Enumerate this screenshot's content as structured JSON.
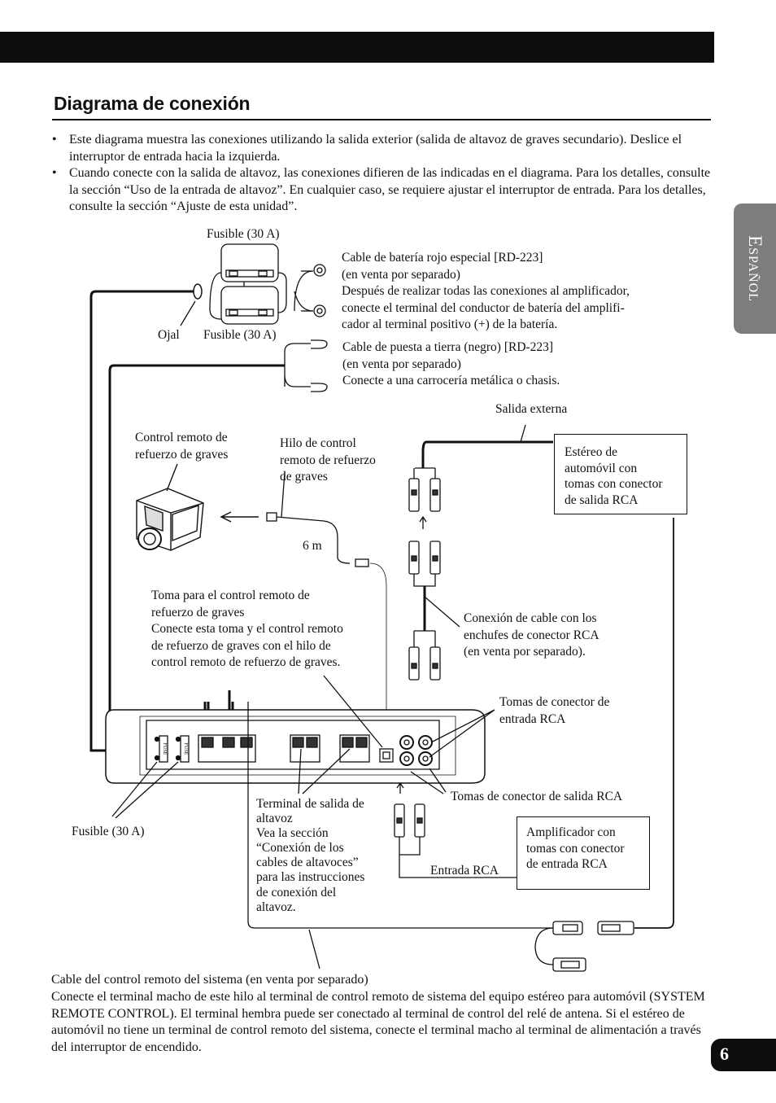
{
  "header": {
    "bar_color": "#0d0d0d"
  },
  "title": "Diagrama de conexión",
  "bullets": [
    "Este diagrama muestra las conexiones utilizando la salida exterior (salida de altavoz de graves secundario). Deslice el interruptor de entrada hacia la izquierda.",
    "Cuando conecte con la salida de altavoz, las conexiones difieren de las indicadas en el diagrama. Para los detalles, consulte la sección “Uso de la entrada de altavoz”. En cualquier caso, se requiere ajustar el interruptor de entrada. Para los detalles, consulte la sección “Ajuste de esta unidad”."
  ],
  "side_tab": {
    "label": "Español",
    "color": "#7d7d7d"
  },
  "page_number": "6",
  "diagram": {
    "fuse_top": "Fusible (30 A)",
    "battery_cable": [
      "Cable de batería rojo especial [RD-223]",
      "(en venta por separado)",
      "Después de realizar todas las conexiones al amplificador,",
      "conecte el terminal del conductor de batería del amplifi-",
      "cador al terminal positivo (+) de la batería."
    ],
    "ojal": "Ojal",
    "fuse_mid": "Fusible (30 A)",
    "ground_cable": [
      "Cable de puesta a tierra (negro) [RD-223]",
      "(en venta por separado)",
      "Conecte a una carrocería metálica o chasis."
    ],
    "salida_externa": "Salida externa",
    "remote_control": [
      "Control remoto de",
      "refuerzo de graves"
    ],
    "remote_wire": [
      "Hilo de control",
      "remoto de refuerzo",
      "de graves"
    ],
    "stereo_box": [
      "Estéreo de",
      "automóvil con",
      "tomas con conector",
      "de salida RCA"
    ],
    "length": "6 m",
    "remote_jack": [
      "Toma para el control remoto de",
      "refuerzo de graves",
      "Conecte esta toma y el control remoto",
      "de refuerzo de graves con el hilo de",
      "control remoto de refuerzo de graves."
    ],
    "rca_cable": [
      "Conexión de cable con los",
      "enchufes de conector RCA",
      "(en venta por separado)."
    ],
    "rca_in_jacks": [
      "Tomas de conector de",
      "entrada RCA"
    ],
    "rca_out_jacks": "Tomas de conector de salida RCA",
    "fuse_bottom": "Fusible (30 A)",
    "speaker_terminal": [
      "Terminal de salida de",
      "altavoz",
      "Vea la sección",
      "“Conexión de los",
      "cables de altavoces”",
      "para las instrucciones",
      "de conexión del",
      "altavoz."
    ],
    "amp_box": [
      "Amplificador con",
      "tomas con conector",
      "de entrada RCA"
    ],
    "entrada_rca": "Entrada RCA",
    "fuse_marking": "FUSE"
  },
  "footer": [
    "Cable del control remoto del sistema (en venta por separado)",
    "Conecte el terminal macho de este hilo al terminal de control remoto de sistema del equipo estéreo para automóvil (SYSTEM REMOTE CONTROL). El terminal hembra puede ser conectado al terminal de control del relé de antena. Si el estéreo de automóvil no tiene un terminal de control remoto del sistema, conecte el terminal macho al terminal de alimentación a través del interruptor de encendido."
  ]
}
